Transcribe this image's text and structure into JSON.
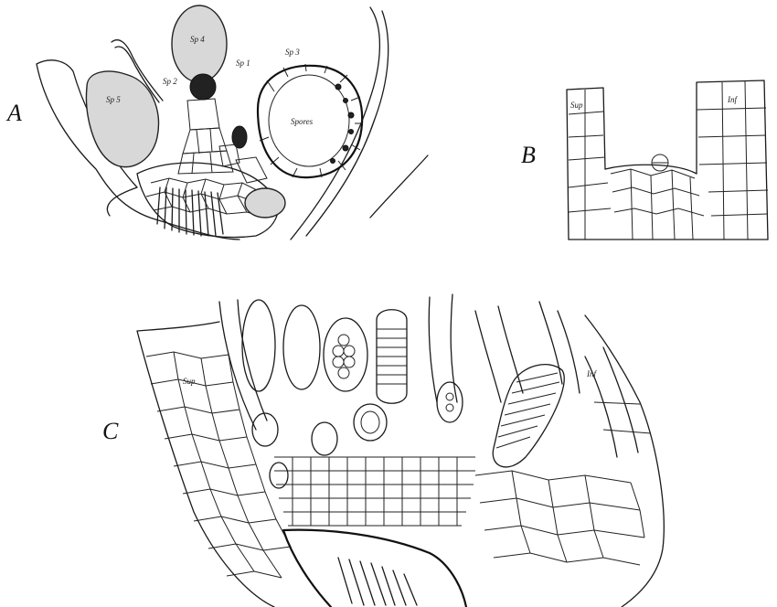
{
  "figure": {
    "panels": [
      {
        "id": "A",
        "label": "A",
        "annotations": [
          "Sp 4",
          "Sp 5",
          "Sp 2",
          "Sp 1",
          "Sp 3",
          "Spores"
        ]
      },
      {
        "id": "B",
        "label": "B",
        "annotations": [
          "Sup",
          "Inf"
        ]
      },
      {
        "id": "C",
        "label": "C",
        "annotations": [
          "Sup",
          "Inf"
        ]
      }
    ],
    "colors": {
      "ink": "#1a1a1a",
      "paper": "#ffffff",
      "stipple": "#d8d8d8"
    }
  }
}
